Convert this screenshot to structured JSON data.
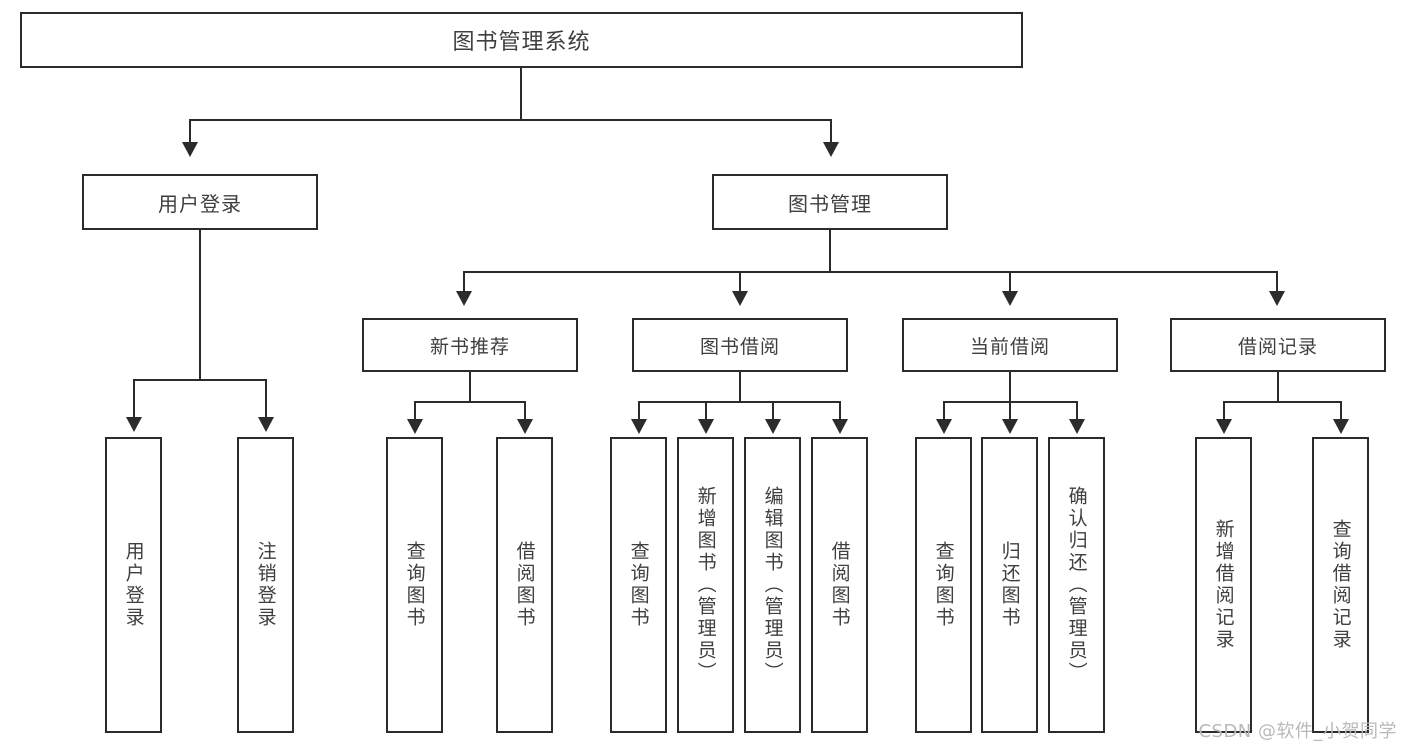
{
  "diagram": {
    "title": "图书管理系统",
    "type": "tree-hierarchy",
    "watermark": "CSDN @软件_小贺同学",
    "colors": {
      "box_border": "#2b2b2b",
      "box_fill": "#ffffff",
      "text": "#3f3f3f",
      "connector": "#2b2b2b",
      "watermark": "#b9b9b9",
      "background": "#ffffff"
    },
    "root": {
      "label": "图书管理系统"
    },
    "level1": [
      {
        "label": "用户登录"
      },
      {
        "label": "图书管理"
      }
    ],
    "level2": [
      {
        "label": "新书推荐"
      },
      {
        "label": "图书借阅"
      },
      {
        "label": "当前借阅"
      },
      {
        "label": "借阅记录"
      }
    ],
    "leaves": {
      "user_login": [
        {
          "label": "用户登录"
        },
        {
          "label": "注销登录"
        }
      ],
      "new_book_recommend": [
        {
          "label": "查询图书"
        },
        {
          "label": "借阅图书"
        }
      ],
      "book_borrow": [
        {
          "label": "查询图书"
        },
        {
          "label": "新增图书（管理员）"
        },
        {
          "label": "编辑图书（管理员）"
        },
        {
          "label": "借阅图书"
        }
      ],
      "current_borrow": [
        {
          "label": "查询图书"
        },
        {
          "label": "归还图书"
        },
        {
          "label": "确认归还（管理员）"
        }
      ],
      "borrow_record": [
        {
          "label": "新增借阅记录"
        },
        {
          "label": "查询借阅记录"
        }
      ]
    }
  }
}
